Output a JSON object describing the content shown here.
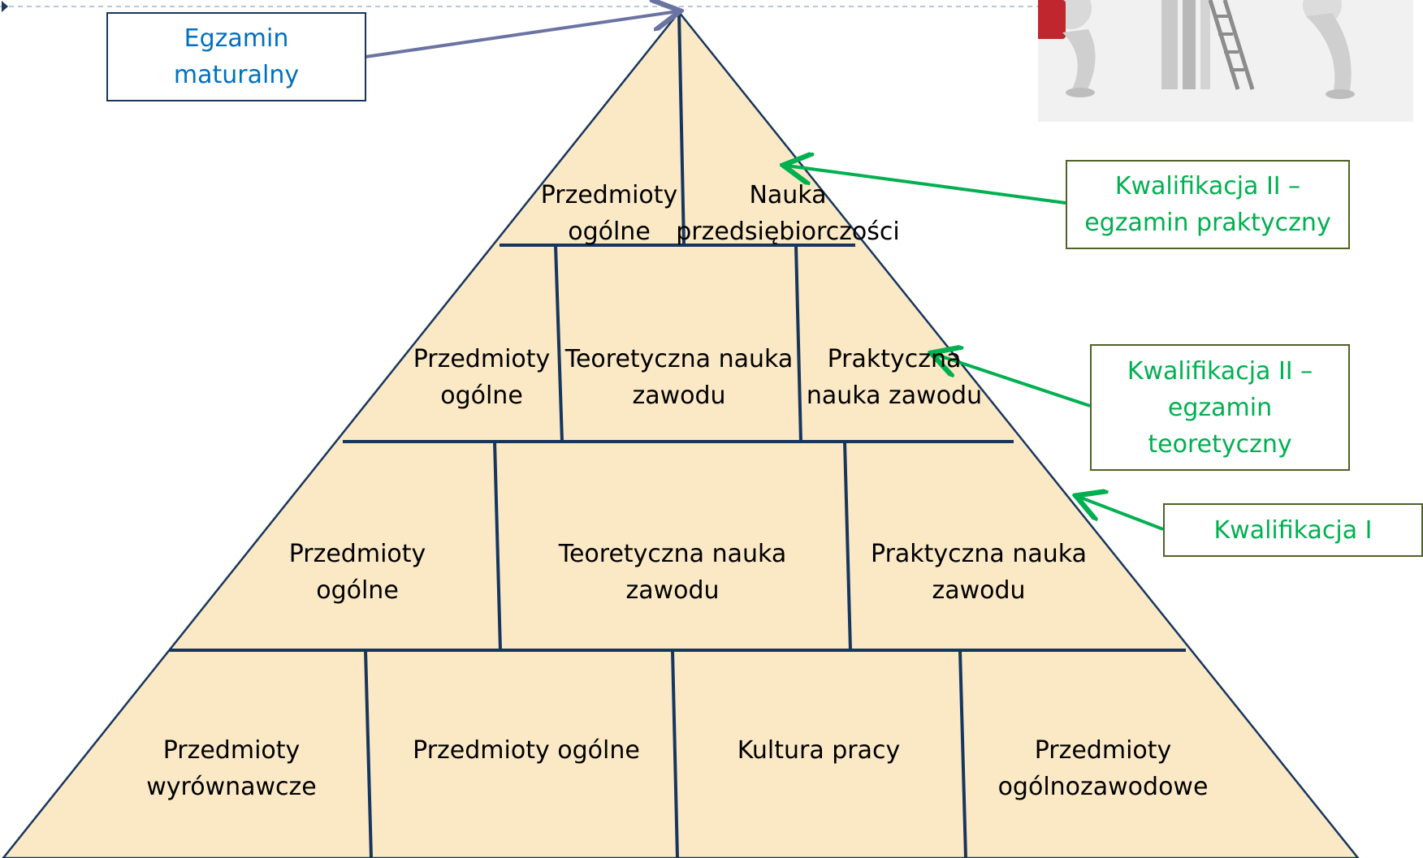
{
  "pyramid": {
    "fill": "#fbe9c6",
    "line": "#17365d",
    "tier1": {
      "left": [
        "Przedmioty",
        "ogólne"
      ],
      "right": [
        "Nauka",
        "przedsiębiorczości"
      ]
    },
    "tier2": {
      "left": [
        "Przedmioty",
        "ogólne"
      ],
      "middle": [
        "Teoretyczna nauka",
        "zawodu"
      ],
      "right": [
        "Praktyczna",
        "nauka zawodu"
      ]
    },
    "tier3": {
      "left": [
        "Przedmioty",
        "ogólne"
      ],
      "middle": [
        "Teoretyczna nauka",
        "zawodu"
      ],
      "right": [
        "Praktyczna nauka",
        "zawodu"
      ]
    },
    "tier4": {
      "c1": [
        "Przedmioty",
        "wyrównawcze"
      ],
      "c2": [
        "Przedmioty ogólne"
      ],
      "c3": [
        "Kultura pracy"
      ],
      "c4": [
        "Przedmioty",
        "ogólnozawodowe"
      ]
    }
  },
  "callouts": {
    "matura": [
      "Egzamin",
      "maturalny"
    ],
    "practical": [
      "Kwalifikacja II –",
      "egzamin praktyczny"
    ],
    "theoretical": [
      "Kwalifikacja II –",
      "egzamin",
      "teoretyczny"
    ],
    "k1": [
      "Kwalifikacja I"
    ]
  },
  "colors": {
    "matura_text": "#0070c0",
    "matura_arrow": "#6b73a3",
    "kwal_text": "#00b050",
    "kwal_arrow": "#00b050"
  },
  "icons": {
    "slide_marker": "triangle-bullet-icon",
    "photo": "figures-with-ladder-image"
  }
}
